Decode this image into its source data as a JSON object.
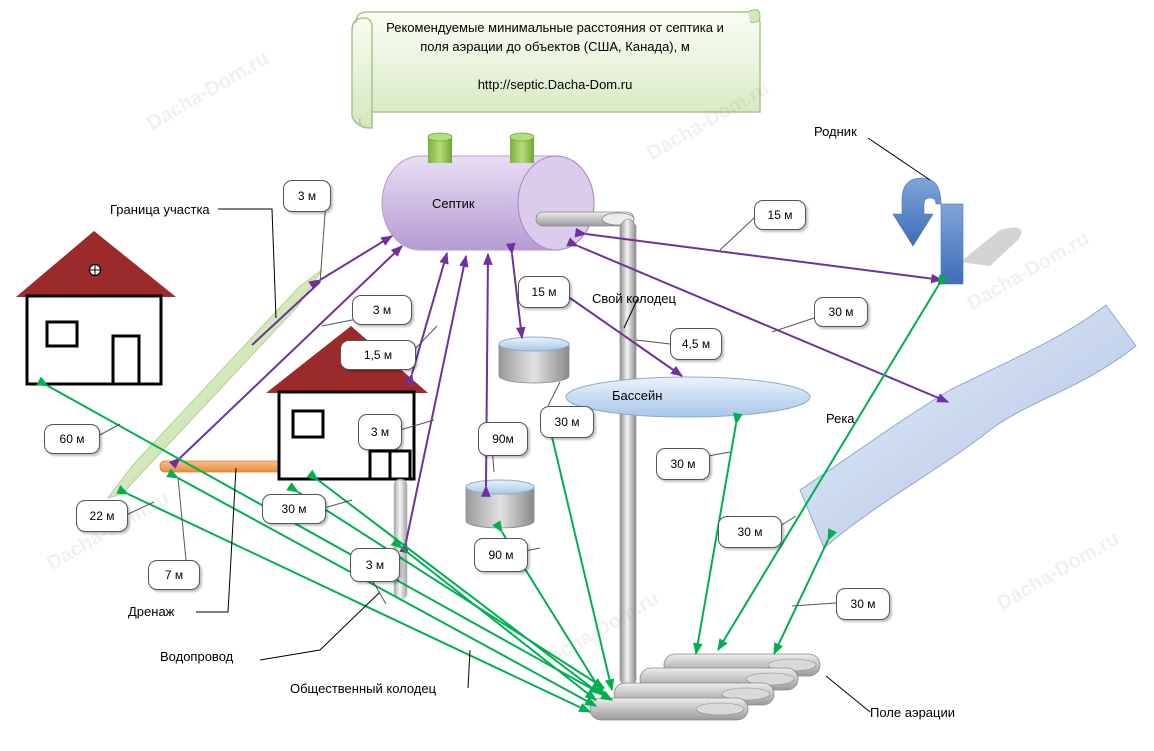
{
  "title": {
    "line1": "Рекомендуемые минимальные расстояния от септика и",
    "line2": "поля аэрации до объектов (США, Канада), м",
    "url": "http://septic.Dacha-Dom.ru"
  },
  "watermark": "Dacha-Dom.ru",
  "labels": {
    "septic": "Септик",
    "spring": "Родник",
    "boundary": "Граница участка",
    "own_well": "Свой колодец",
    "pool": "Бассейн",
    "river": "Река",
    "drainage": "Дренаж",
    "water_pipe": "Водопровод",
    "public_well": "Общественный колодец",
    "aeration_field": "Поле аэрации"
  },
  "callouts": {
    "c1": "3 м",
    "c2": "15 м",
    "c3": "3 м",
    "c4": "15 м",
    "c5": "30 м",
    "c6": "1,5 м",
    "c7": "4,5 м",
    "c8": "30 м",
    "c9": "3 м",
    "c10": "90м",
    "c11": "60 м",
    "c12": "30 м",
    "c13": "22 м",
    "c14": "30 м",
    "c15": "30 м",
    "c16": "3 м",
    "c17": "90 м",
    "c18": "7 м",
    "c19": "30 м"
  },
  "colors": {
    "septic_arrows": "#7030A0",
    "field_arrows": "#00B050",
    "roof": "#9B2B2B",
    "scroll": "#E4F1D6",
    "septic_body": "#C9B3DE",
    "caps": "#8CC34A",
    "river": "#C9D7EE",
    "spring": "#5B86C6",
    "drainage": "#F0A760"
  }
}
